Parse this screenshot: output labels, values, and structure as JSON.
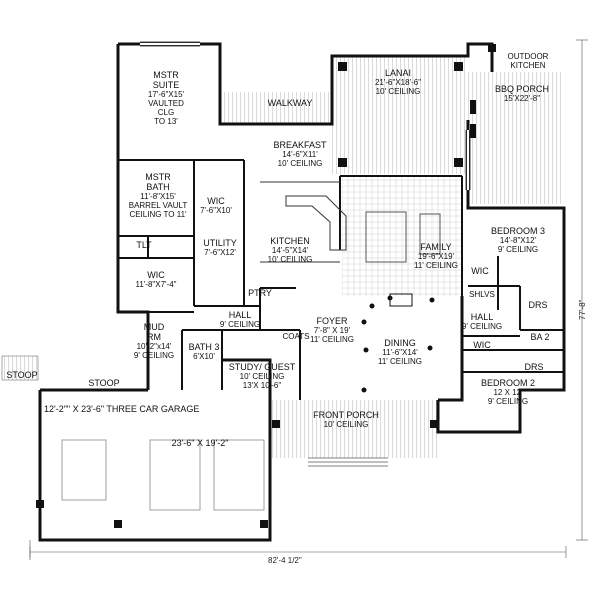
{
  "plan": {
    "overall_width": "82'-4 1/2\"",
    "overall_depth": "77'-8\"",
    "wall_color": "#111111",
    "hatch_color": "#b5b5b5"
  },
  "rooms": {
    "mstr_suite": {
      "title": [
        "MSTR",
        "SUITE"
      ],
      "lines": [
        "17'-6\"X15'",
        "VAULTED",
        "CLG",
        "TO 13'"
      ]
    },
    "walkway": {
      "title": [
        "WALKWAY"
      ],
      "lines": []
    },
    "lanai": {
      "title": [
        "LANAI"
      ],
      "lines": [
        "21'-6\"X18'-6\"",
        "10' CEILING"
      ]
    },
    "outdoor_kitchen": {
      "title": [
        "OUTDOOR",
        "KITCHEN"
      ],
      "lines": []
    },
    "bbq_porch": {
      "title": [
        "BBQ PORCH"
      ],
      "lines": [
        "15'X22'-8\""
      ]
    },
    "breakfast": {
      "title": [
        "BREAKFAST"
      ],
      "lines": [
        "14'-6\"X11'",
        "10' CEILING"
      ]
    },
    "mstr_bath": {
      "title": [
        "MSTR",
        "BATH"
      ],
      "lines": [
        "11'-8\"X15'",
        "BARREL VAULT",
        "CEILING TO 11'"
      ]
    },
    "wic_master": {
      "title": [
        "WIC"
      ],
      "lines": [
        "7'-6\"X10'"
      ]
    },
    "tlt": {
      "title": [
        "TLT"
      ],
      "lines": []
    },
    "utility": {
      "title": [
        "UTILITY"
      ],
      "lines": [
        "7'-6\"X12'"
      ]
    },
    "kitchen": {
      "title": [
        "KITCHEN"
      ],
      "lines": [
        "14'-5\"X14'",
        "10' CEILING"
      ]
    },
    "family": {
      "title": [
        "FAMILY"
      ],
      "lines": [
        "19'-6\"X19'",
        "11' CEILING"
      ]
    },
    "bedroom3": {
      "title": [
        "BEDROOM 3"
      ],
      "lines": [
        "14'-8\"X12'",
        "9' CEILING"
      ]
    },
    "wic_b3": {
      "title": [
        "WIC"
      ],
      "lines": []
    },
    "shlvs": {
      "title": [
        "SHLVS"
      ],
      "lines": []
    },
    "drs_1": {
      "title": [
        "DRS"
      ],
      "lines": []
    },
    "ba2": {
      "title": [
        "BA 2"
      ],
      "lines": []
    },
    "wic_small": {
      "title": [
        "WIC"
      ],
      "lines": [
        "11'-8\"X7'-4\""
      ]
    },
    "ptry": {
      "title": [
        "PTRY"
      ],
      "lines": []
    },
    "hall_main": {
      "title": [
        "HALL"
      ],
      "lines": [
        "9' CEILING"
      ]
    },
    "mud_rm": {
      "title": [
        "MUD",
        "RM"
      ],
      "lines": [
        "10'-2\"x14'",
        "9' CEILING"
      ]
    },
    "bath3": {
      "title": [
        "BATH 3"
      ],
      "lines": [
        "6'X10'"
      ]
    },
    "coats": {
      "title": [
        "COATS"
      ],
      "lines": []
    },
    "foyer": {
      "title": [
        "FOYER"
      ],
      "lines": [
        "7'-8\" X 19'",
        "11' CEILING"
      ]
    },
    "dining": {
      "title": [
        "DINING"
      ],
      "lines": [
        "11'-6\"X14'",
        "11' CEILING"
      ]
    },
    "hall_bed": {
      "title": [
        "HALL"
      ],
      "lines": [
        "9' CEILING"
      ]
    },
    "wic_b2": {
      "title": [
        "WIC"
      ],
      "lines": []
    },
    "drs_2": {
      "title": [
        "DRS"
      ],
      "lines": []
    },
    "study_guest": {
      "title": [
        "STUDY/ GUEST"
      ],
      "lines": [
        "10' CEILING",
        "13'X 10'-6\""
      ]
    },
    "bedroom2": {
      "title": [
        "BEDROOM 2"
      ],
      "lines": [
        "12 X 12'",
        "9' CEILING"
      ]
    },
    "stoop_left": {
      "title": [
        "STOOP"
      ],
      "lines": []
    },
    "stoop_right": {
      "title": [
        "STOOP"
      ],
      "lines": []
    },
    "garage": {
      "title": [
        "12'-2\"\" X 23'-6\" THREE CAR GARAGE"
      ],
      "lines": []
    },
    "garage_dim": {
      "title": [
        "23'-6\" X 19'-2\""
      ],
      "lines": []
    },
    "front_porch": {
      "title": [
        "FRONT PORCH"
      ],
      "lines": [
        "10'  CEILING"
      ]
    }
  }
}
